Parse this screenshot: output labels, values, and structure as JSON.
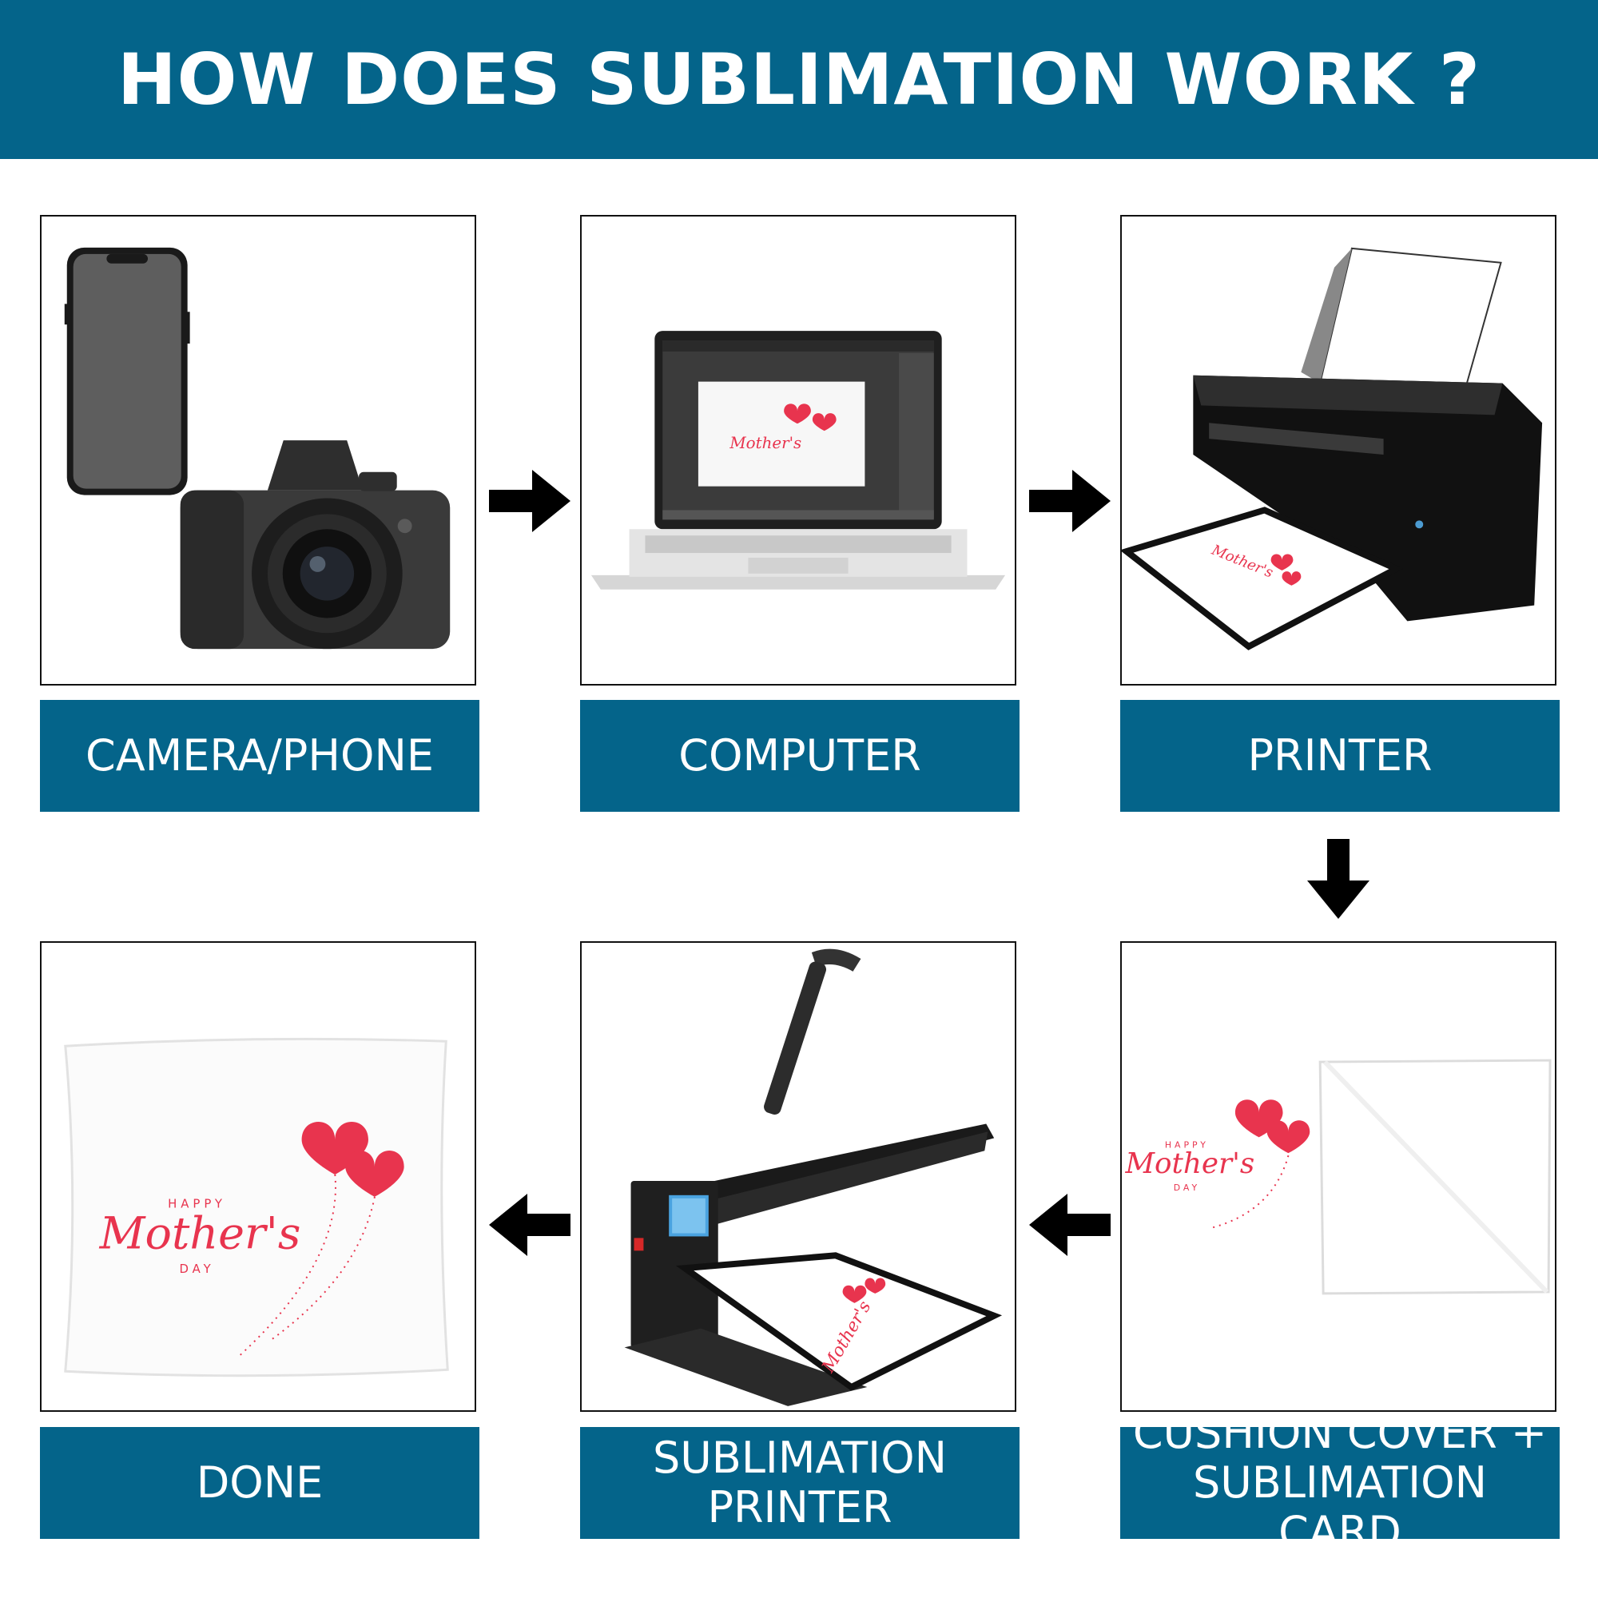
{
  "header": {
    "title": "HOW DOES SUBLIMATION WORK ?"
  },
  "steps": {
    "camera_phone": {
      "label": "CAMERA/PHONE"
    },
    "computer": {
      "label": "COMPUTER"
    },
    "printer": {
      "label": "PRINTER"
    },
    "cushion_card": {
      "label_line1": "CUSHION COVER +",
      "label_line2": "SUBLIMATION CARD"
    },
    "sublimation_printer": {
      "label_line1": "SUBLIMATION",
      "label_line2": "PRINTER"
    },
    "done": {
      "label": "DONE"
    }
  },
  "artwork": {
    "happy": "HAPPY",
    "mothers": "Mother's",
    "day": "DAY"
  },
  "colors": {
    "brand_blue": "#04648a",
    "heart_red": "#e8344e",
    "arrow": "#000000"
  }
}
